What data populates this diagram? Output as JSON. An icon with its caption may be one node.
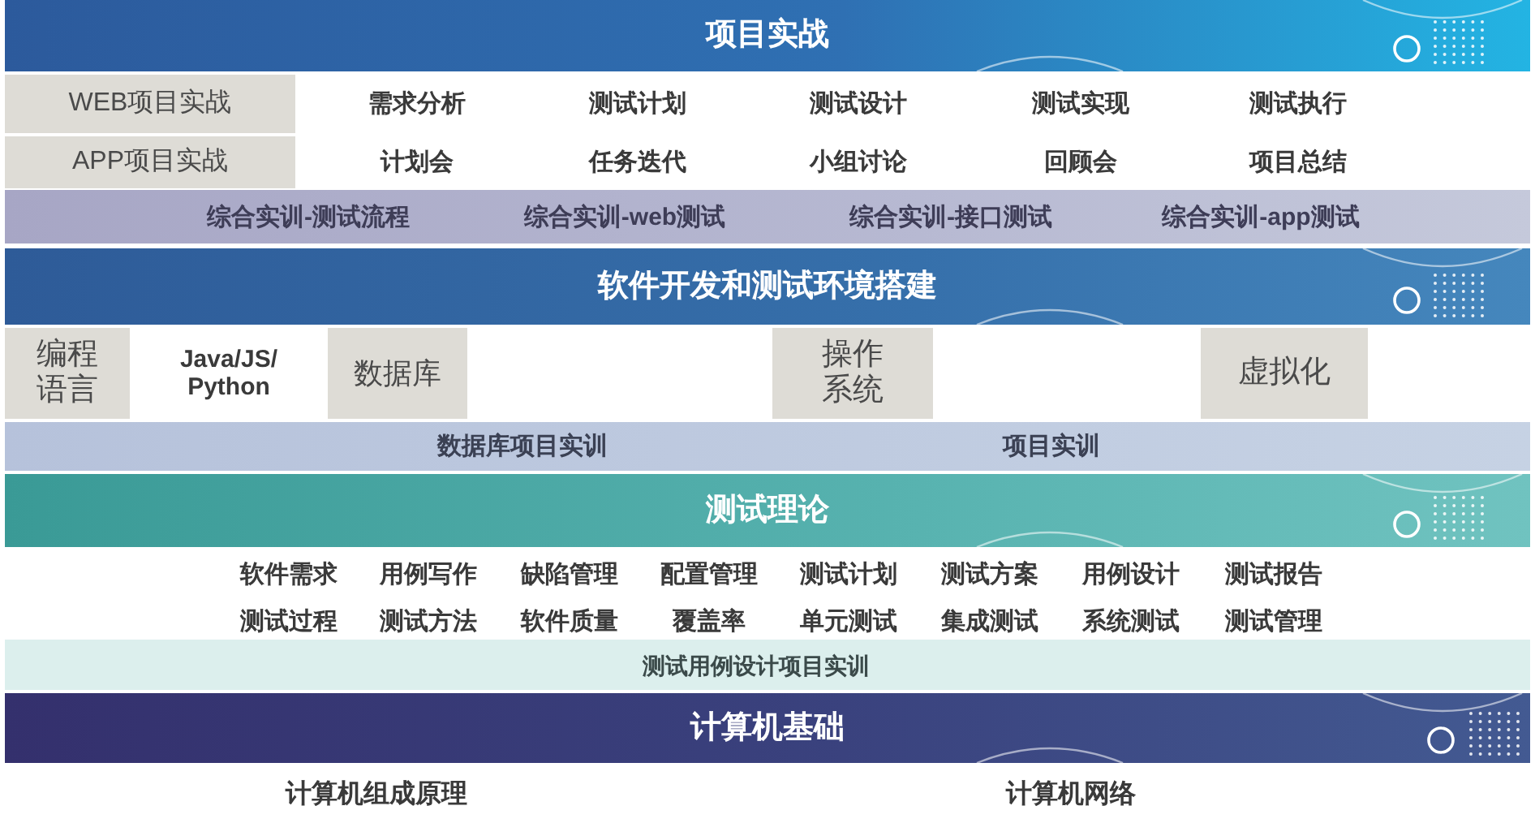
{
  "diagram": {
    "nodes": [
      {
        "text": [
          "项目实战"
        ]
      },
      {
        "text": [
          "WEB项目实战"
        ]
      },
      {
        "text": [
          "APP项目实战"
        ]
      },
      {
        "text": [
          "综合实训-测试流程",
          "综合实训-web测试",
          "综合实训-接口测试",
          "综合实训-app测试"
        ]
      },
      {
        "text": [
          "软件开发和测试环境搭建"
        ]
      },
      {
        "text": [
          "编程语言"
        ]
      },
      {
        "text": [
          "数据库"
        ]
      },
      {
        "text": [
          "操作系统"
        ]
      },
      {
        "text": [
          "虚拟化"
        ]
      },
      {
        "text": [
          "数据库项目实训",
          "项目实训"
        ]
      },
      {
        "text": [
          "测试理论"
        ]
      },
      {
        "text": [
          "测试用例设计项目实训"
        ]
      },
      {
        "text": [
          "计算机基础"
        ]
      }
    ],
    "labels": [
      "需求分析",
      "测试计划",
      "测试设计",
      "测试实现",
      "测试执行",
      "计划会",
      "任务迭代",
      "小组讨论",
      "回顾会",
      "项目总结",
      "Java/JS/Python",
      "软件需求",
      "用例写作",
      "缺陷管理",
      "配置管理",
      "测试计划",
      "测试方案",
      "用例设计",
      "测试报告",
      "测试过程",
      "测试方法",
      "软件质量",
      "覆盖率",
      "单元测试",
      "集成测试",
      "系统测试",
      "测试管理",
      "计算机组成原理",
      "计算机网络"
    ]
  }
}
